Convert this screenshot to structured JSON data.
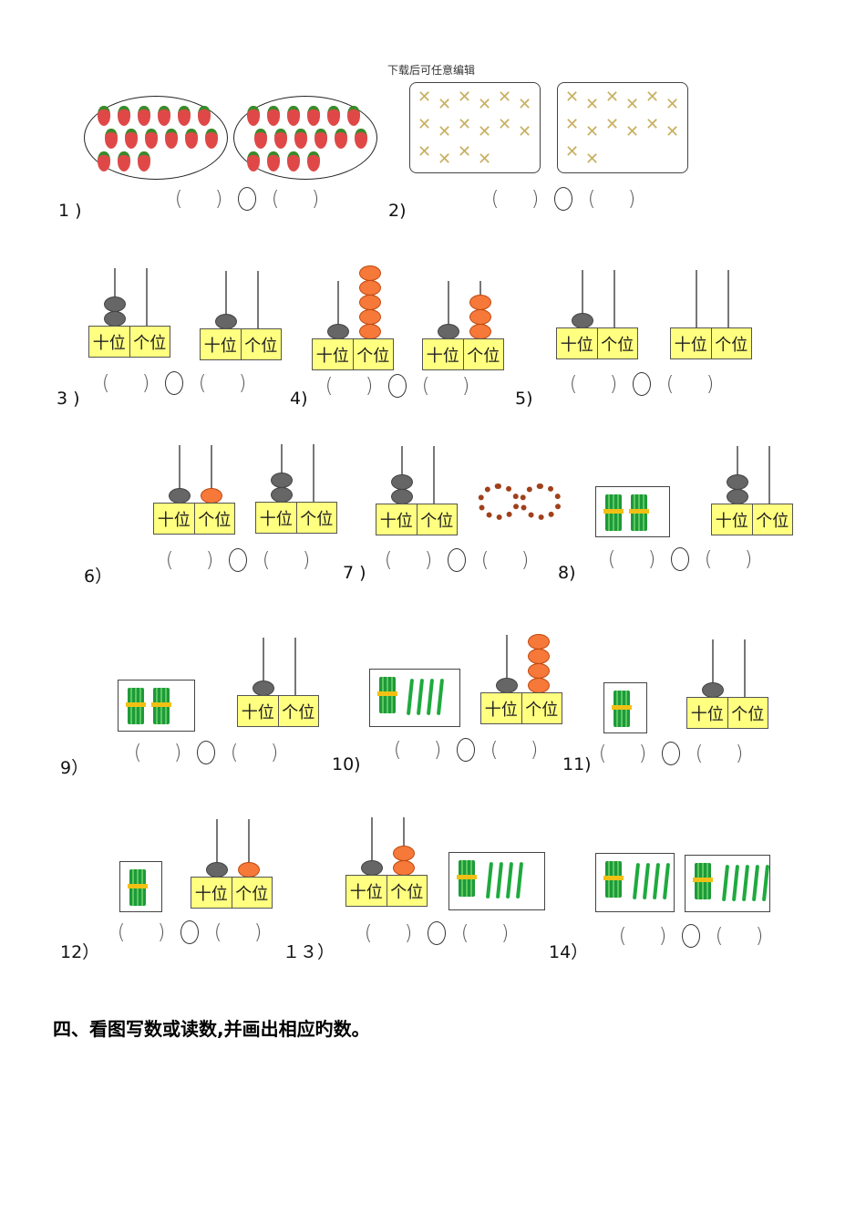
{
  "watermark": "下载后可任意编辑",
  "abacus_labels": {
    "tens": "十位",
    "ones": "个位"
  },
  "answer_glyphs": {
    "open": "(",
    "close": ")"
  },
  "colors": {
    "tens_bead": "#666666",
    "ones_bead": "#f6793a",
    "place_box": "#ffff80",
    "stick": "#1faa3e"
  },
  "problems": [
    {
      "label": "1 )",
      "items": [
        {
          "type": "strawberries",
          "count": 15
        },
        {
          "type": "strawberries",
          "count": 16
        }
      ]
    },
    {
      "label": "2)",
      "items": [
        {
          "type": "birds",
          "count": 16
        },
        {
          "type": "birds",
          "count": 14
        }
      ]
    },
    {
      "label": "3 )",
      "items": [
        {
          "type": "abacus",
          "tens": 2,
          "ones": 0
        },
        {
          "type": "abacus",
          "tens": 1,
          "ones": 0
        }
      ]
    },
    {
      "label": "4)",
      "items": [
        {
          "type": "abacus",
          "tens": 1,
          "ones": 5
        },
        {
          "type": "abacus",
          "tens": 1,
          "ones": 3
        }
      ]
    },
    {
      "label": "5)",
      "items": [
        {
          "type": "abacus",
          "tens": 1,
          "ones": 0
        },
        {
          "type": "abacus",
          "tens": 0,
          "ones": 0
        }
      ]
    },
    {
      "label": "6）",
      "items": [
        {
          "type": "abacus",
          "tens": 1,
          "ones": 1
        },
        {
          "type": "abacus",
          "tens": 2,
          "ones": 0
        }
      ]
    },
    {
      "label": "7 )",
      "items": [
        {
          "type": "abacus",
          "tens": 2,
          "ones": 0
        },
        {
          "type": "bead-rings",
          "count": 2
        }
      ]
    },
    {
      "label": "8)",
      "items": [
        {
          "type": "sticks",
          "bundles": 2,
          "singles": 0
        },
        {
          "type": "abacus",
          "tens": 2,
          "ones": 0
        }
      ]
    },
    {
      "label": "9）",
      "items": [
        {
          "type": "sticks",
          "bundles": 2,
          "singles": 0
        },
        {
          "type": "abacus",
          "tens": 1,
          "ones": 0
        }
      ]
    },
    {
      "label": "10)",
      "items": [
        {
          "type": "sticks",
          "bundles": 1,
          "singles": 4
        },
        {
          "type": "abacus",
          "tens": 1,
          "ones": 4
        }
      ]
    },
    {
      "label": "11)",
      "items": [
        {
          "type": "sticks",
          "bundles": 1,
          "singles": 0
        },
        {
          "type": "abacus",
          "tens": 1,
          "ones": 0
        }
      ]
    },
    {
      "label": "12）",
      "items": [
        {
          "type": "sticks",
          "bundles": 1,
          "singles": 0
        },
        {
          "type": "abacus",
          "tens": 1,
          "ones": 1
        }
      ]
    },
    {
      "label": "１３）",
      "items": [
        {
          "type": "abacus",
          "tens": 1,
          "ones": 2
        },
        {
          "type": "sticks",
          "bundles": 1,
          "singles": 4
        }
      ]
    },
    {
      "label": "14）",
      "items": [
        {
          "type": "sticks",
          "bundles": 1,
          "singles": 4
        },
        {
          "type": "sticks",
          "bundles": 1,
          "singles": 5
        }
      ]
    }
  ],
  "section_heading": "四、看图写数或读数,并画出相应旳数。"
}
